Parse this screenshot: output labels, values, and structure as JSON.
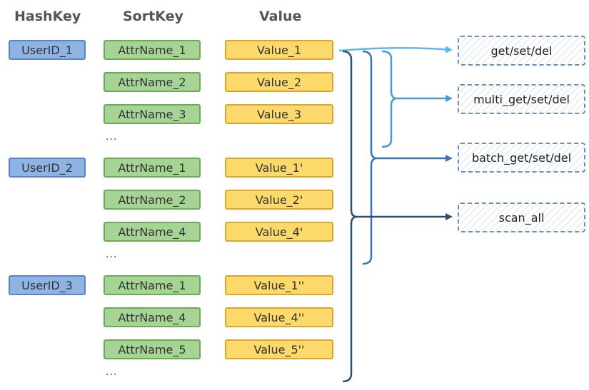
{
  "headers": {
    "hashkey": "HashKey",
    "sortkey": "SortKey",
    "value": "Value"
  },
  "groups": [
    {
      "hashkey": "UserID_1",
      "rows": [
        {
          "sortkey": "AttrName_1",
          "value": "Value_1"
        },
        {
          "sortkey": "AttrName_2",
          "value": "Value_2"
        },
        {
          "sortkey": "AttrName_3",
          "value": "Value_3"
        }
      ],
      "ellipsis": "..."
    },
    {
      "hashkey": "UserID_2",
      "rows": [
        {
          "sortkey": "AttrName_1",
          "value": "Value_1'"
        },
        {
          "sortkey": "AttrName_2",
          "value": "Value_2'"
        },
        {
          "sortkey": "AttrName_4",
          "value": "Value_4'"
        }
      ],
      "ellipsis": "..."
    },
    {
      "hashkey": "UserID_3",
      "rows": [
        {
          "sortkey": "AttrName_1",
          "value": "Value_1''"
        },
        {
          "sortkey": "AttrName_4",
          "value": "Value_4''"
        },
        {
          "sortkey": "AttrName_5",
          "value": "Value_5''"
        }
      ],
      "ellipsis": "..."
    }
  ],
  "operations": [
    {
      "label": "get/set/del",
      "arrow_color": "#5cb8ef"
    },
    {
      "label": "multi_get/set/del",
      "arrow_color": "#4a98d8"
    },
    {
      "label": "batch_get/set/del",
      "arrow_color": "#3b75b4"
    },
    {
      "label": "scan_all",
      "arrow_color": "#2b4f78"
    }
  ],
  "colors": {
    "hashkey_fill": "#8fb3e3",
    "sortkey_fill": "#a5d494",
    "value_fill": "#fbd96a"
  }
}
